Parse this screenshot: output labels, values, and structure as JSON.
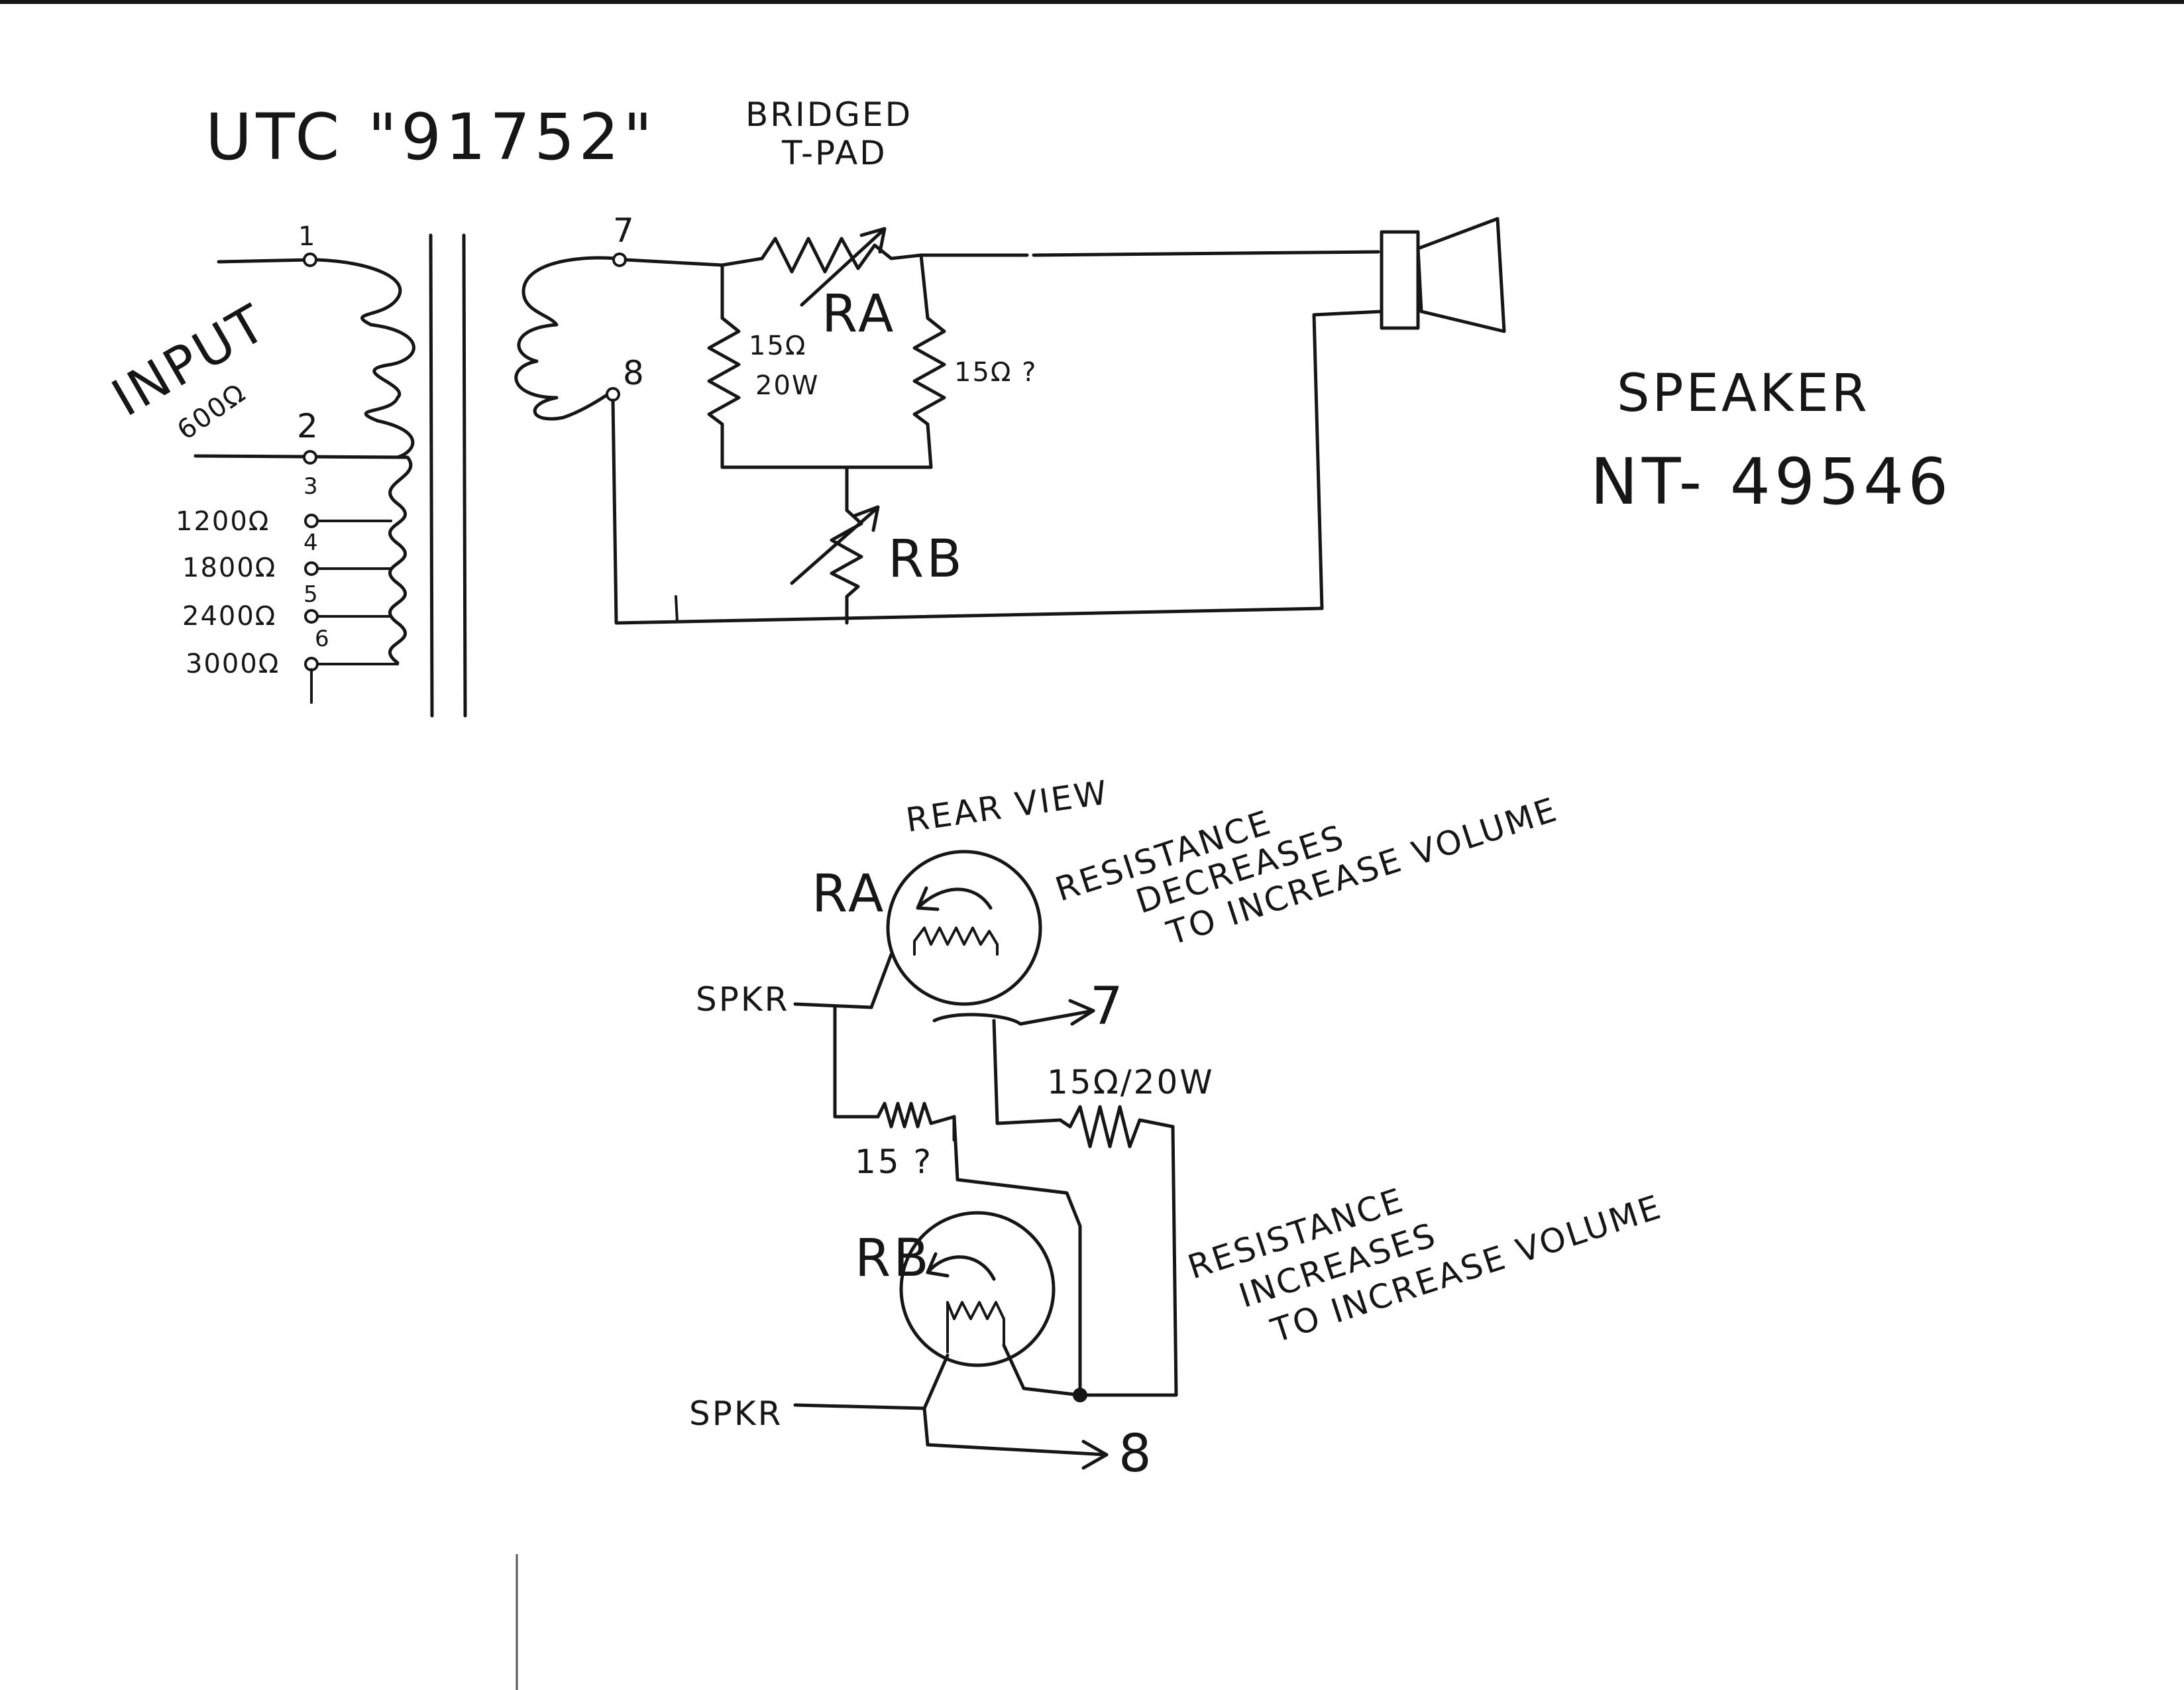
{
  "schematic": {
    "transformer_label": "UTC \"91752\"",
    "input_label": "INPUT",
    "input_impedance": "600Ω",
    "tap_labels": [
      "1",
      "2",
      "3",
      "4",
      "5",
      "6",
      "7",
      "8"
    ],
    "tap_impedances": [
      "1200Ω",
      "1800Ω",
      "2400Ω",
      "3000Ω"
    ],
    "pad_title_line1": "BRIDGED",
    "pad_title_line2": "T-PAD",
    "ra_label": "RA",
    "rb_label": "RB",
    "resistor_left_value": "15Ω",
    "resistor_left_power": "20W",
    "resistor_right_value": "15Ω ?",
    "speaker_label": "SPEAKER",
    "speaker_model": "NT- 49546"
  },
  "wiring": {
    "rear_view_label": "REAR VIEW",
    "ra_label": "RA",
    "rb_label": "RB",
    "spkr_label": "SPKR",
    "to_terminal_7": "7",
    "to_terminal_8": "8",
    "resistor_15_20w": "15Ω/20W",
    "resistor_15_q": "15 ?",
    "ra_note_line1": "RESISTANCE",
    "ra_note_line2": "DECREASES",
    "ra_note_line3": "TO INCREASE VOLUME",
    "rb_note_line1": "RESISTANCE",
    "rb_note_line2": "INCREASES",
    "rb_note_line3": "TO INCREASE VOLUME"
  }
}
